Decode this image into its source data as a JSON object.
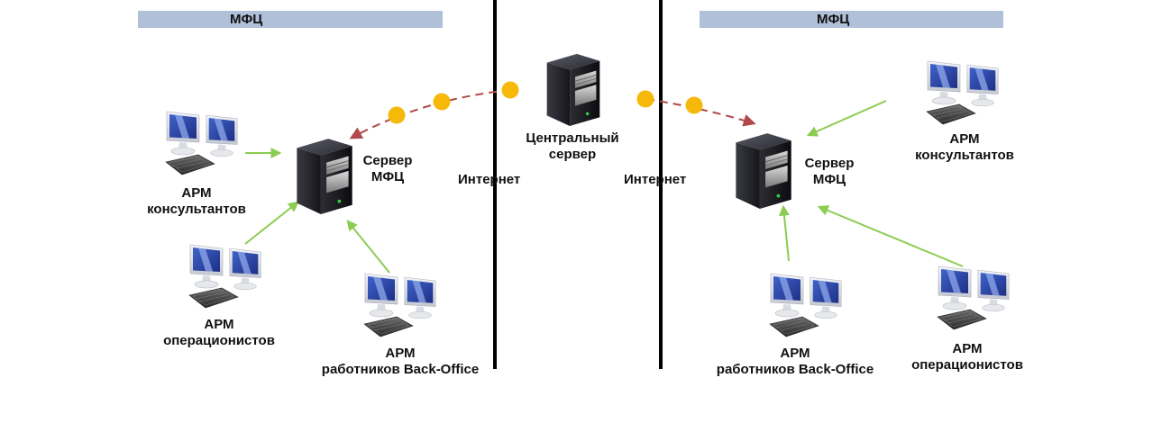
{
  "colors": {
    "band": "#b0c0d8",
    "divider": "#000000",
    "internet_link": "#b04a4a",
    "internet_node": "#f6b90a",
    "lan_link": "#8ccc52"
  },
  "zones": {
    "left": {
      "title": "МФЦ"
    },
    "right": {
      "title": "МФЦ"
    }
  },
  "center": {
    "server_label_line1": "Центральный",
    "server_label_line2": "сервер",
    "internet_left": "Интернет",
    "internet_right": "Интернет"
  },
  "left": {
    "server_line1": "Сервер",
    "server_line2": "МФЦ",
    "consultants_line1": "АРМ",
    "consultants_line2": "консультантов",
    "operators_line1": "АРМ",
    "operators_line2": "операционистов",
    "backoffice_line1": "АРМ",
    "backoffice_line2": "работников Back-Office"
  },
  "right": {
    "server_line1": "Сервер",
    "server_line2": "МФЦ",
    "consultants_line1": "АРМ",
    "consultants_line2": "консультантов",
    "operators_line1": "АРМ",
    "operators_line2": "операционистов",
    "backoffice_line1": "АРМ",
    "backoffice_line2": "работников Back-Office"
  },
  "icons": {
    "server": "server-tower-icon",
    "workstation": "dual-monitor-workstation-icon"
  }
}
